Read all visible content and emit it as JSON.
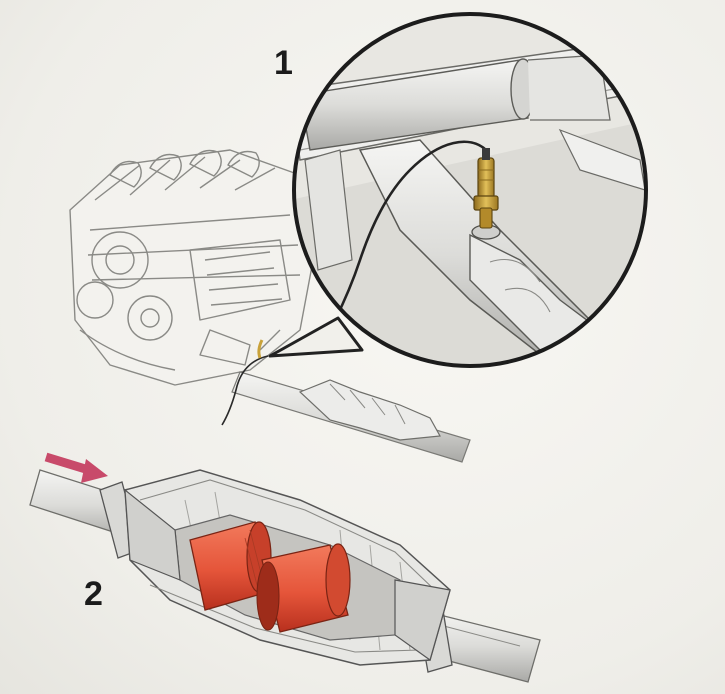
{
  "labels": {
    "one": "1",
    "two": "2"
  },
  "colors": {
    "background": "#f1f0eb",
    "line": "#3a3a3a",
    "metal_light": "#e6e6e4",
    "metal_mid": "#c9c9c6",
    "sensor_brass": "#c9a23a",
    "catalyst_core": "#e5553a",
    "catalyst_core_shadow": "#b8301e",
    "flow_arrow": "#c84a6a",
    "sensor_wire": "#2a2a2a"
  },
  "icons": {
    "zoom": "magnifier-circle",
    "flow": "flow-direction-arrow"
  }
}
